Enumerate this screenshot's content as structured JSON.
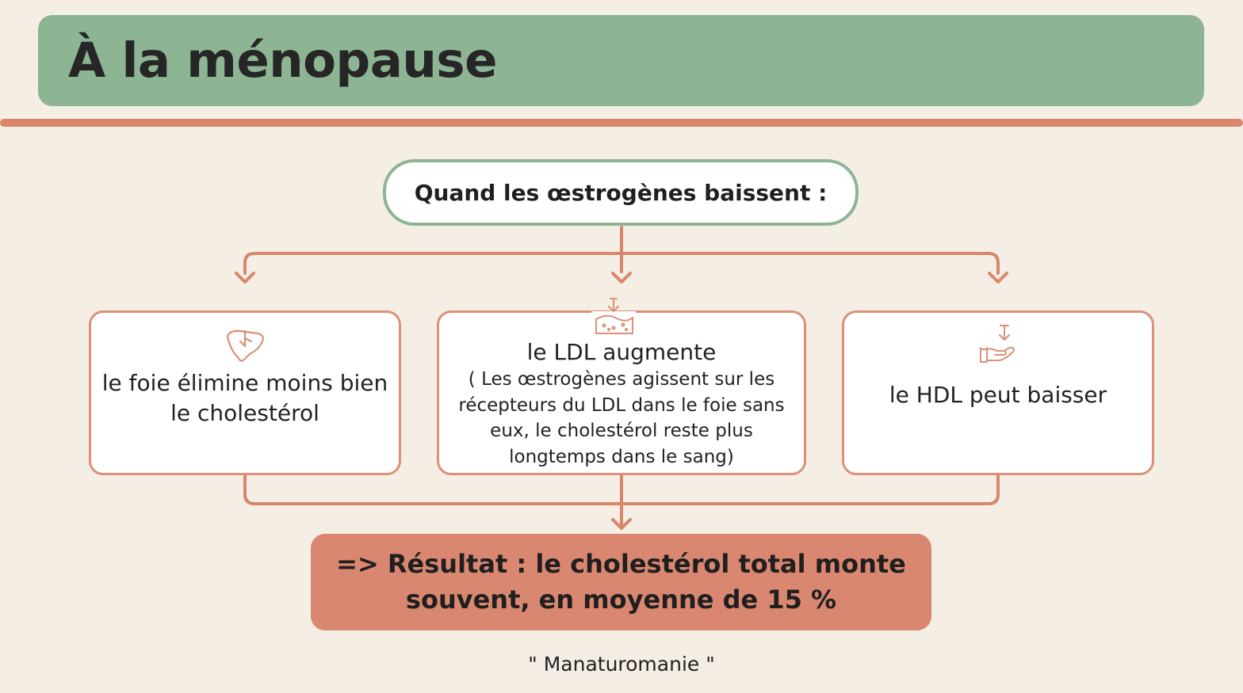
{
  "title": "À la ménopause",
  "top_node": "Quand les œstrogènes baissent :",
  "cards": [
    {
      "icon": "liver-icon",
      "text": "le foie élimine moins bien le cholestérol"
    },
    {
      "icon": "blood-vessel-down-arrow-icon",
      "text": "le LDL augmente",
      "detail": "( Les œstrogènes agissent sur les récepteurs du LDL dans le foie sans eux, le cholestérol reste plus longtemps dans le sang)"
    },
    {
      "icon": "hand-down-arrow-icon",
      "text": "le HDL peut baisser"
    }
  ],
  "result": "=> Résultat : le cholestérol total monte souvent, en moyenne de 15 %",
  "footer": "\" Manaturomanie \"",
  "colors": {
    "background": "#f4eee4",
    "title_bar": "#8db493",
    "accent": "#d9866b",
    "result_box": "#d98770"
  }
}
